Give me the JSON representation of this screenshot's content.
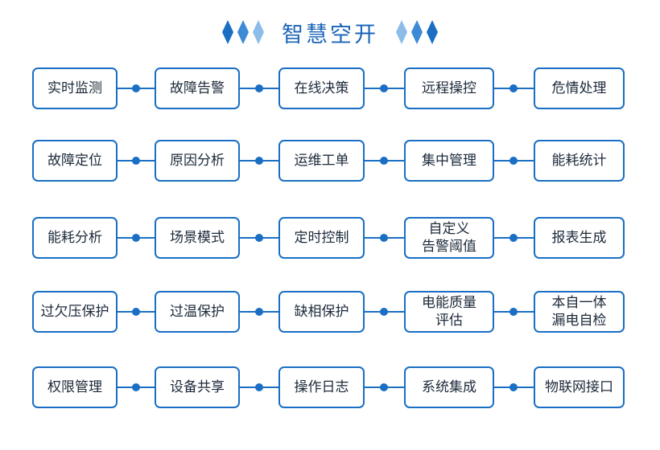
{
  "title": "智慧空开",
  "colors": {
    "accent": "#1a6fc4",
    "title": "#1a64b8",
    "diamond_dark": "#1a6fc4",
    "diamond_light": "#8cbde8"
  },
  "rows": [
    [
      "实时监测",
      "故障告警",
      "在线决策",
      "远程操控",
      "危情处理"
    ],
    [
      "故障定位",
      "原因分析",
      "运维工单",
      "集中管理",
      "能耗统计"
    ],
    [
      "能耗分析",
      "场景模式",
      "定时控制",
      "自定义\n告警阈值",
      "报表生成"
    ],
    [
      "过欠压保护",
      "过温保护",
      "缺相保护",
      "电能质量\n评估",
      "本自一体\n漏电自检"
    ],
    [
      "权限管理",
      "设备共享",
      "操作日志",
      "系统集成",
      "物联网接口"
    ]
  ]
}
